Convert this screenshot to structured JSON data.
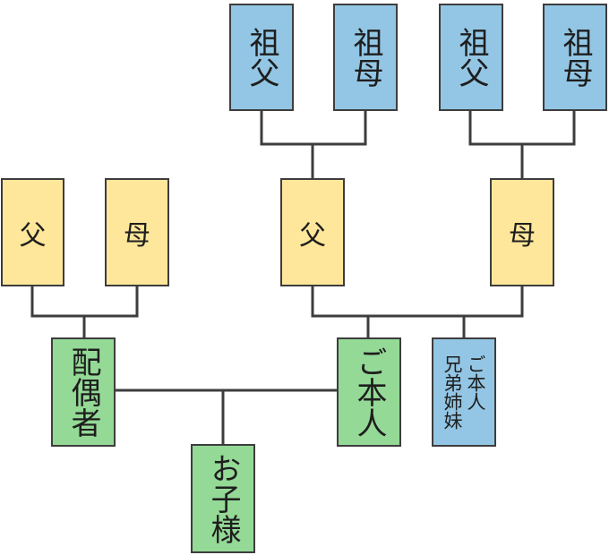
{
  "grandparents": {
    "gf1": "祖父",
    "gm1": "祖母",
    "gf2": "祖父",
    "gm2": "祖母"
  },
  "spouse_parents": {
    "father": "父",
    "mother": "母"
  },
  "parents": {
    "father": "父",
    "mother": "母"
  },
  "spouse": "配偶者",
  "self": "ご本人",
  "siblings": {
    "line1": "ご本人",
    "line2": "兄弟姉妹"
  },
  "children": "お子様",
  "colors": {
    "grandparent_box": "#93c6e4",
    "parent_box": "#fee79a",
    "generation_box": "#94d996",
    "sibling_box": "#93c6e4",
    "connector": "#3d3d3d"
  }
}
